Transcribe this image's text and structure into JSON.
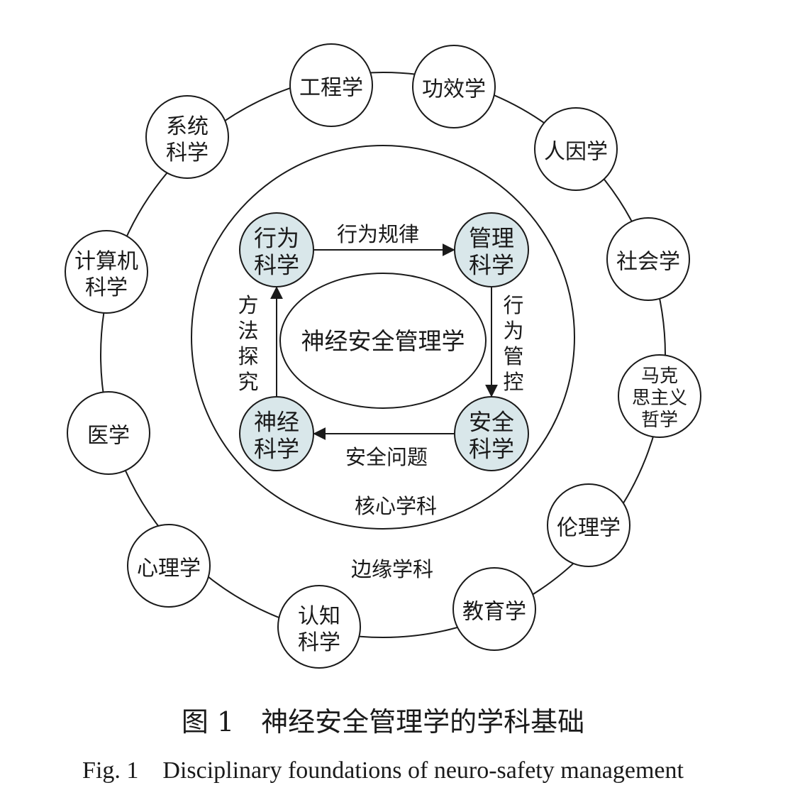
{
  "periphery": [
    {
      "id": "engineering",
      "lines": [
        "工程学"
      ]
    },
    {
      "id": "ergonomics",
      "lines": [
        "功效学"
      ]
    },
    {
      "id": "human-factors",
      "lines": [
        "人因学"
      ]
    },
    {
      "id": "sociology",
      "lines": [
        "社会学"
      ]
    },
    {
      "id": "marxist-philosophy",
      "lines": [
        "马克",
        "思主义",
        "哲学"
      ]
    },
    {
      "id": "ethics",
      "lines": [
        "伦理学"
      ]
    },
    {
      "id": "education",
      "lines": [
        "教育学"
      ]
    },
    {
      "id": "cognitive-science",
      "lines": [
        "认知",
        "科学"
      ]
    },
    {
      "id": "psychology",
      "lines": [
        "心理学"
      ]
    },
    {
      "id": "medicine",
      "lines": [
        "医学"
      ]
    },
    {
      "id": "computer-science",
      "lines": [
        "计算机",
        "科学"
      ]
    },
    {
      "id": "systems-science",
      "lines": [
        "系统",
        "科学"
      ]
    }
  ],
  "core": [
    {
      "id": "behavioral-science",
      "lines": [
        "行为",
        "科学"
      ]
    },
    {
      "id": "management-science",
      "lines": [
        "管理",
        "科学"
      ]
    },
    {
      "id": "safety-science",
      "lines": [
        "安全",
        "科学"
      ]
    },
    {
      "id": "neuroscience",
      "lines": [
        "神经",
        "科学"
      ]
    }
  ],
  "edges": [
    {
      "id": "behavior-patterns",
      "from": "behavioral-science",
      "to": "management-science",
      "label": "行为规律"
    },
    {
      "id": "behavior-control",
      "from": "management-science",
      "to": "safety-science",
      "label": "行为管控"
    },
    {
      "id": "safety-issues",
      "from": "safety-science",
      "to": "neuroscience",
      "label": "安全问题"
    },
    {
      "id": "method-exploration",
      "from": "neuroscience",
      "to": "behavioral-science",
      "label": "方法探究"
    }
  ],
  "center_label": "神经安全管理学",
  "core_ring_label": "核心学科",
  "outer_ring_label": "边缘学科",
  "caption": {
    "cn": "图 1　神经安全管理学的学科基础",
    "en": "Fig. 1　Disciplinary foundations of neuro-safety management"
  },
  "colors": {
    "core_fill": "#d9e7ea",
    "stroke": "#1a1a1a",
    "background": "#ffffff"
  }
}
